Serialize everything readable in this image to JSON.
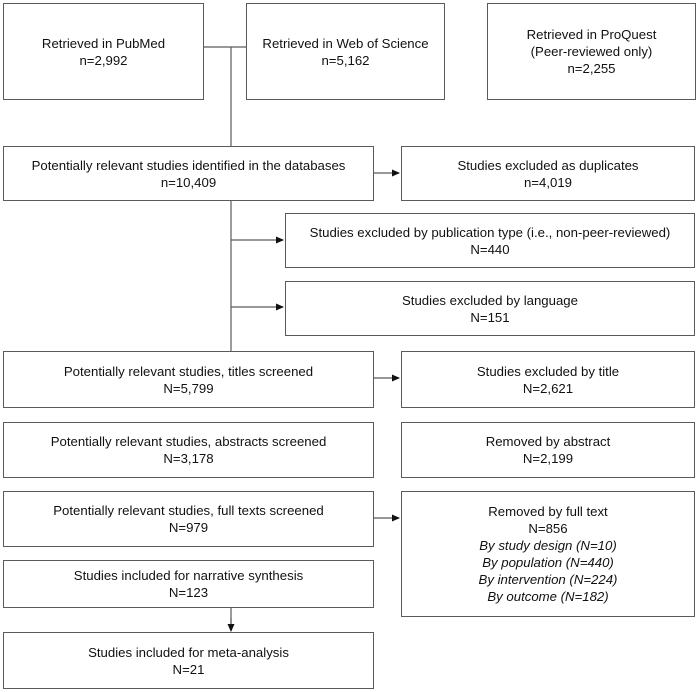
{
  "sources": [
    {
      "line1": "Retrieved in PubMed",
      "line2": "n=2,992"
    },
    {
      "line1": "Retrieved in Web of Science",
      "line2": "n=5,162"
    },
    {
      "line1": "Retrieved in ProQuest",
      "line2": "(Peer-reviewed only)",
      "line3": "n=2,255"
    }
  ],
  "identified": {
    "line1": "Potentially relevant studies identified in the databases",
    "line2": "n=10,409"
  },
  "duplicates": {
    "line1": "Studies excluded as duplicates",
    "line2": "n=4,019"
  },
  "pubtype": {
    "line1": "Studies excluded by publication type (i.e., non-peer-reviewed)",
    "line2": "N=440"
  },
  "language": {
    "line1": "Studies excluded by language",
    "line2": "N=151"
  },
  "titles": {
    "line1": "Potentially relevant studies, titles screened",
    "line2": "N=5,799"
  },
  "excl_title": {
    "line1": "Studies excluded by title",
    "line2": "N=2,621"
  },
  "abstracts": {
    "line1": "Potentially relevant studies, abstracts screened",
    "line2": "N=3,178"
  },
  "excl_abstract": {
    "line1": "Removed by abstract",
    "line2": "N=2,199"
  },
  "fulltext": {
    "line1": "Potentially relevant studies, full texts screened",
    "line2": "N=979"
  },
  "excl_fulltext": {
    "line1": "Removed by full text",
    "line2": "N=856",
    "reasons": [
      "By study design (N=10)",
      "By population (N=440)",
      "By intervention (N=224)",
      "By outcome (N=182)"
    ]
  },
  "narrative": {
    "line1": "Studies included for narrative synthesis",
    "line2": "N=123"
  },
  "meta": {
    "line1": "Studies included for meta-analysis",
    "line2": "N=21"
  }
}
